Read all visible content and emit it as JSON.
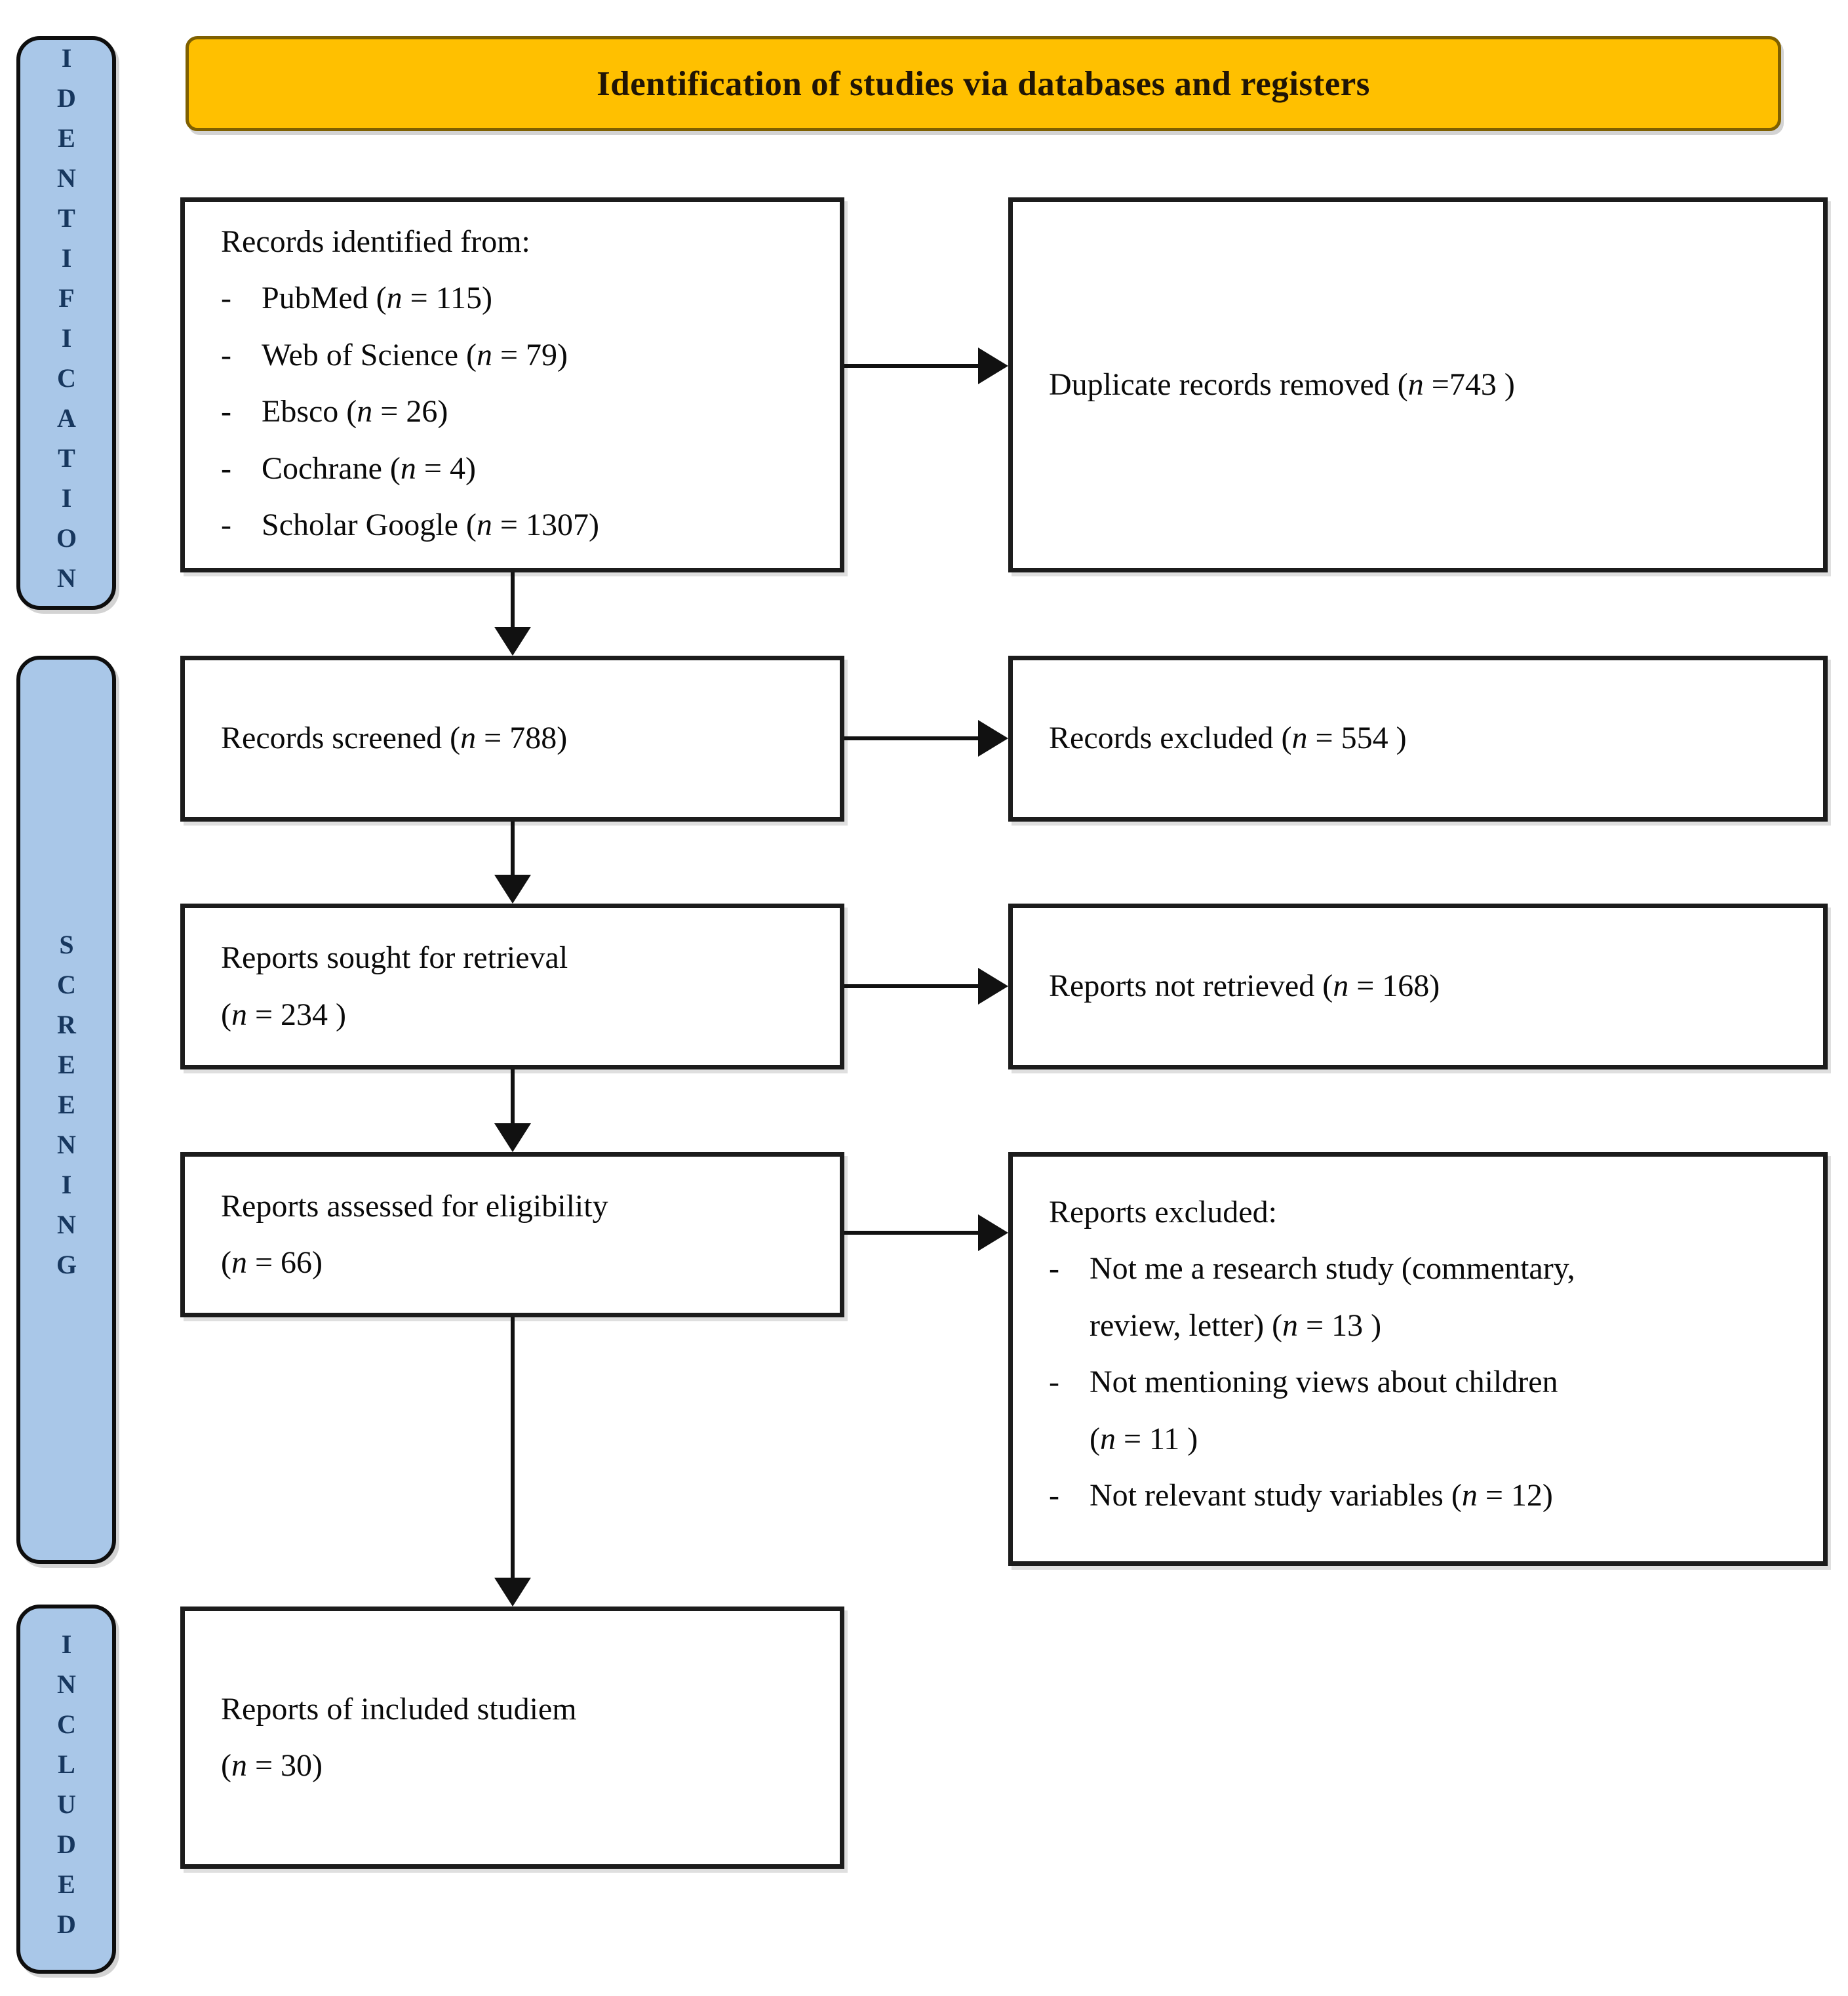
{
  "title_banner": {
    "text": "Identification of studies via databases and registers"
  },
  "sidebar": {
    "stages": [
      {
        "label": "IDENTIFICATION"
      },
      {
        "label": "SCREENING"
      },
      {
        "label": "INCLUDED"
      }
    ]
  },
  "bullet": "-",
  "boxes": {
    "identified": {
      "heading": "Records identified from:",
      "items": [
        "PubMed (n = 115)",
        "Web of Science (n = 79)",
        "Ebsco (n = 26)",
        "Cochrane (n = 4)",
        "Scholar Google (n = 1307)"
      ]
    },
    "duplicates_removed": {
      "text": "Duplicate records removed  (n =743 )"
    },
    "screened": {
      "text": "Records screened (n = 788)"
    },
    "records_excluded": {
      "text": "Records excluded (n = 554 )"
    },
    "sought": {
      "text": "Reports sought for retrieval\n(n = 234 )"
    },
    "not_retrieved": {
      "text": "Reports not retrieved (n = 168)"
    },
    "assessed": {
      "text": "Reports assessed  for eligibility\n(n = 66)"
    },
    "reports_excluded": {
      "heading": "Reports excluded:",
      "items": [
        "Not me a research study (commentary,\nreview, letter) (n = 13 )",
        "Not mentioning views about children\n(n = 11 )",
        "Not relevant study variables (n = 12)"
      ]
    },
    "included": {
      "text": "Reports of included studiem\n(n = 30)"
    }
  },
  "colors": {
    "banner_fill": "#FFC000",
    "banner_border": "#7F6000",
    "stage_fill": "#A9C7E8",
    "stage_text": "#17375E",
    "box_border": "#1C1C1C",
    "arrow": "#111111"
  }
}
